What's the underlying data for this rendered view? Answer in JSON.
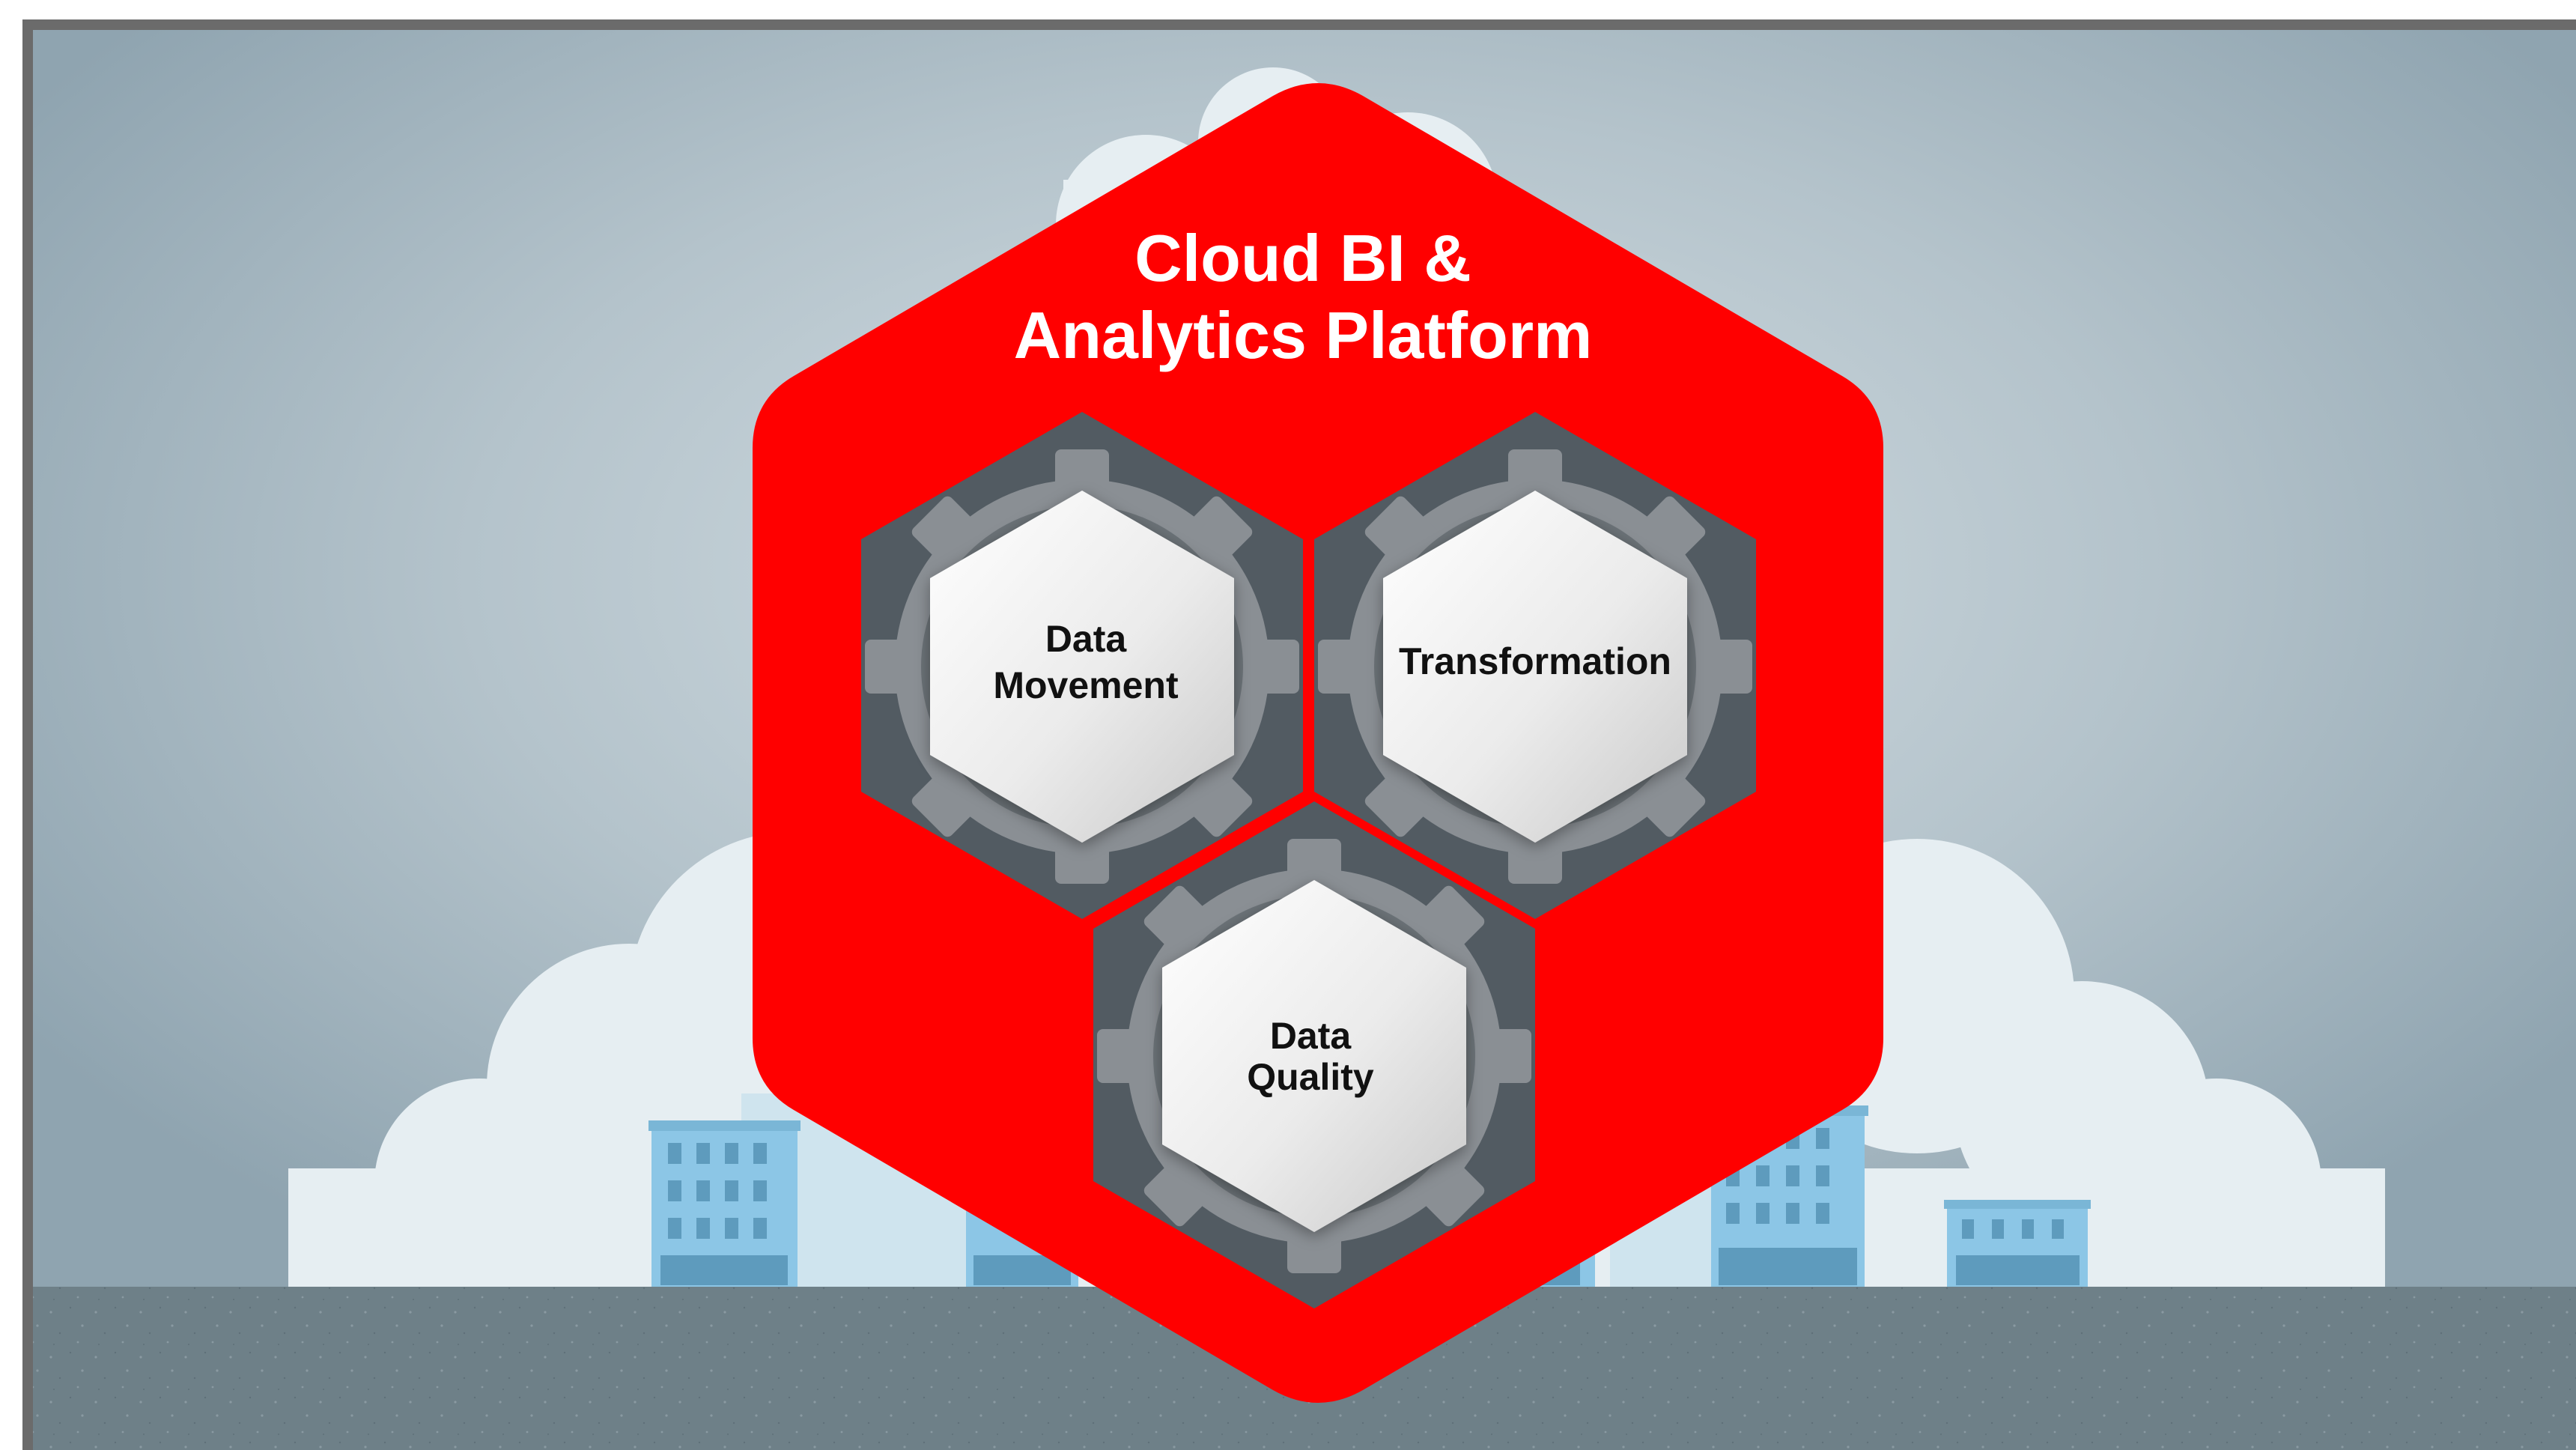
{
  "platform": {
    "title_line1": "Cloud BI &",
    "title_line2": "Analytics Platform"
  },
  "components": [
    {
      "id": "data-movement",
      "label_line1": "Data",
      "label_line2": "Movement"
    },
    {
      "id": "transformation",
      "label_line1": "Transformation"
    },
    {
      "id": "data-quality",
      "label_line1": "Data",
      "label_line2": "Quality"
    }
  ],
  "colors": {
    "platform_red": "#ff0000",
    "sky": "#a9b9c2",
    "ground": "#6e8088",
    "cloud": "#e6eef2",
    "gear_dark": "#525b62",
    "gear_mid": "#8a8f94",
    "hex_light": "#e8e8e8",
    "building": "#8cc6e6"
  }
}
